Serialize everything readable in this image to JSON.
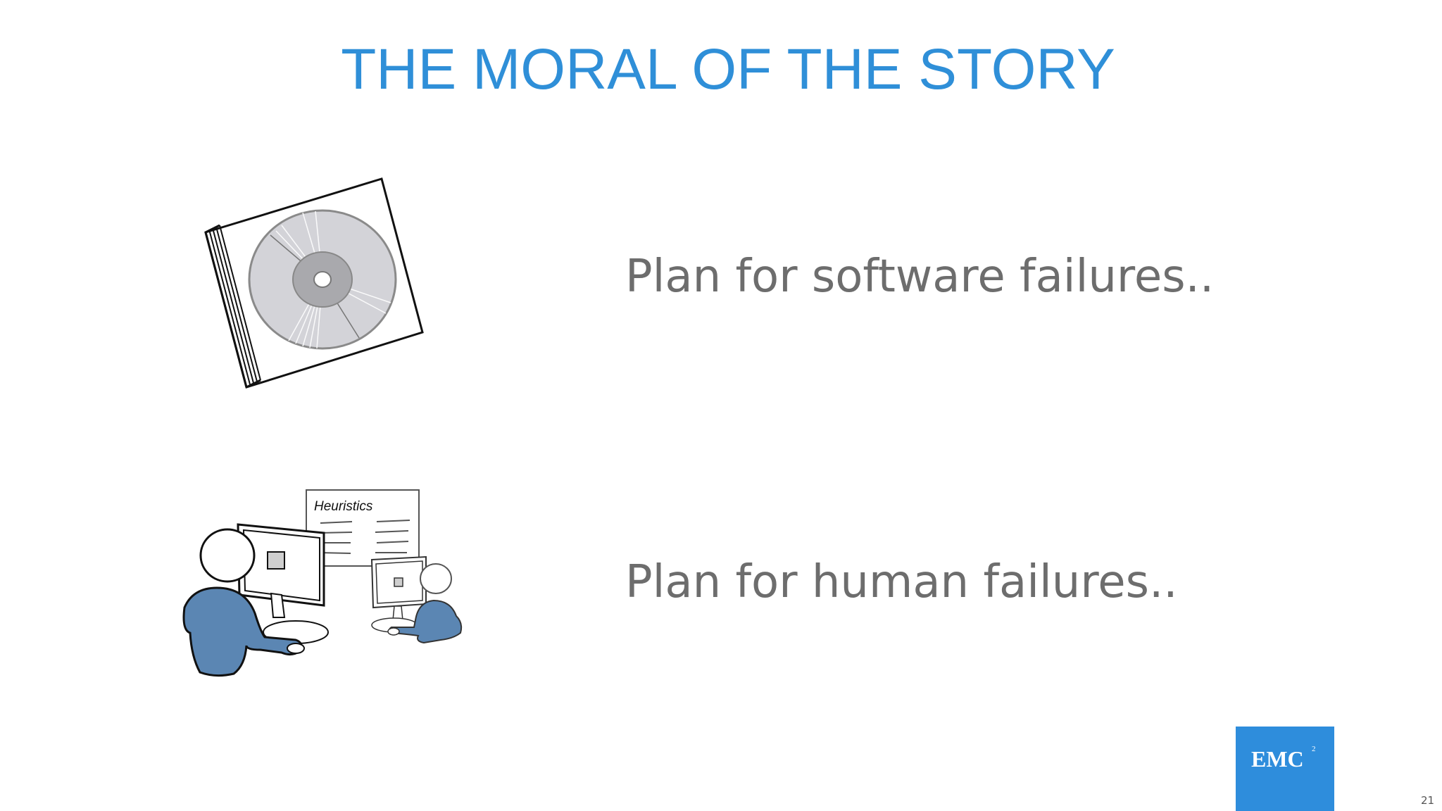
{
  "slide": {
    "title": "THE MORAL OF THE STORY",
    "points": [
      {
        "text": "Plan for software failures..",
        "icon": "software-cd-icon"
      },
      {
        "text": "Plan for human failures..",
        "icon": "people-at-computers-icon"
      }
    ],
    "illustration_label": "Heuristics",
    "logo": {
      "text": "EMC",
      "sup": "2",
      "color": "#2e8ddc"
    },
    "page_number": "21"
  },
  "colors": {
    "title": "#2f8fd8",
    "body_text": "#6d6d6d",
    "person_shirt": "#5b86b3"
  }
}
